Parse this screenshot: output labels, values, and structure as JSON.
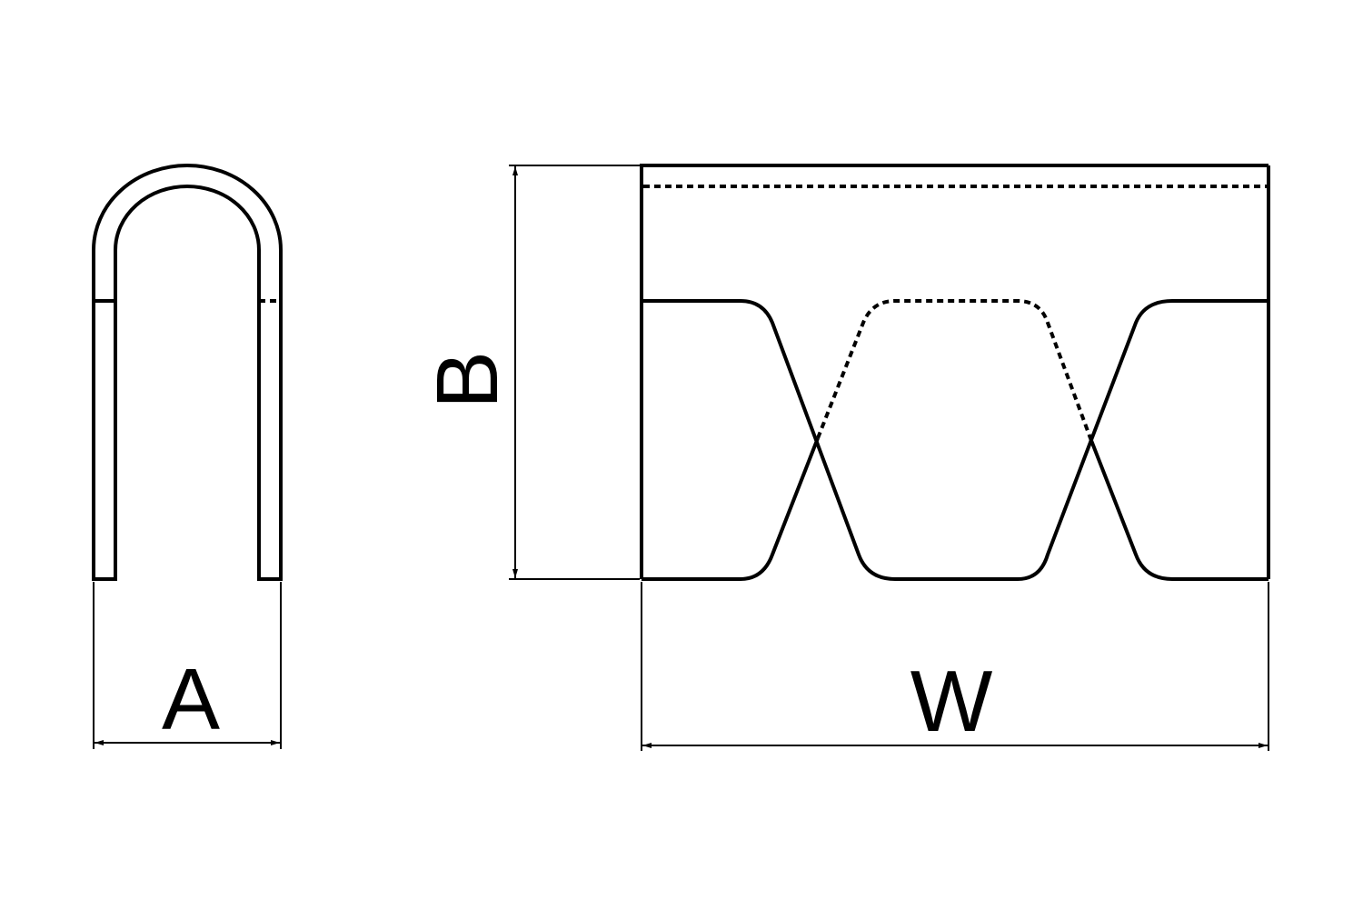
{
  "labels": {
    "a": "A",
    "b": "B",
    "w": "W"
  },
  "colors": {
    "line": "#000000",
    "background": "#ffffff"
  }
}
